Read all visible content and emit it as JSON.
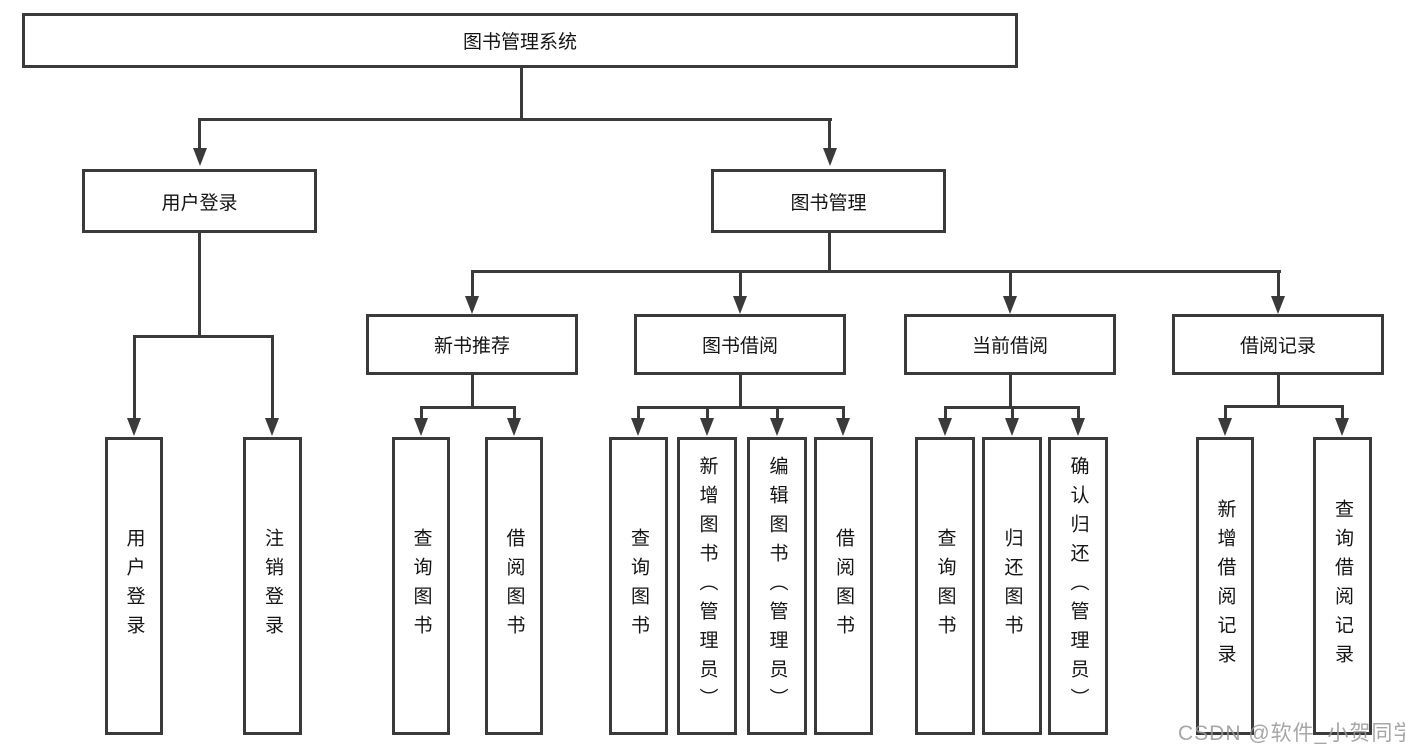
{
  "nodes": {
    "root": "图书管理系统",
    "level2": [
      "用户登录",
      "图书管理"
    ],
    "level3": [
      "新书推荐",
      "图书借阅",
      "当前借阅",
      "借阅记录"
    ],
    "leaves_user_login": [
      "用户登录",
      "注销登录"
    ],
    "leaves_new_books": [
      "查询图书",
      "借阅图书"
    ],
    "leaves_book_borrowing": [
      "查询图书",
      "新增图书（管理员）",
      "编辑图书（管理员）",
      "借阅图书"
    ],
    "leaves_current_borrowing": [
      "查询图书",
      "归还图书",
      "确认归还（管理员）"
    ],
    "leaves_borrowing_records": [
      "新增借阅记录",
      "查询借阅记录"
    ]
  },
  "watermark": "CSDN @软件_小贺同学",
  "colors": {
    "line": "#3a3a3a",
    "text": "#141414",
    "watermark": "#969696",
    "background": "#ffffff"
  }
}
